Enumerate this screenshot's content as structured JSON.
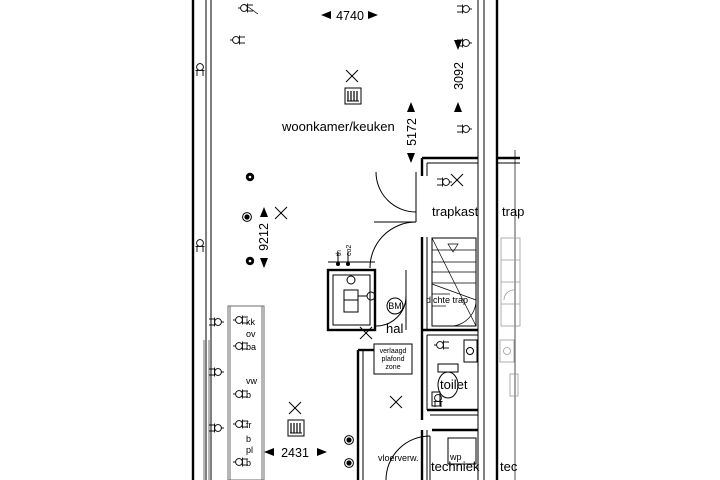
{
  "rooms": {
    "living": "woonkamer/keuken",
    "stair_closet": "trapkast",
    "stair_closet_neighbor": "trap",
    "hall": "hal",
    "toilet": "toilet",
    "technical": "techniek",
    "technical_neighbor": "tec"
  },
  "dimensions": {
    "width_top": "4740",
    "height_right": "3092",
    "height_center": "5172",
    "height_left": "9212",
    "width_bottom": "2431"
  },
  "annotations": {
    "closed_stair": "dichte trap",
    "meter_cupboard": "BM",
    "thermostat": "th",
    "co2_sensor": "co2",
    "lowered_ceiling": [
      "verlaagd",
      "plafond",
      "zone"
    ],
    "floor_heating": "vloerverw.",
    "heat_pump": "wp"
  },
  "wall_panel_codes": [
    "kk",
    "ov",
    "ba",
    "vw",
    "b",
    "fr",
    "b",
    "pl",
    "b"
  ],
  "icons": [
    "double-socket-icon",
    "wall-light-cross-icon",
    "radiator-icon",
    "ceiling-light-icon",
    "smoke-detector-icon",
    "door-swing-icon",
    "stair-icon",
    "sink-icon",
    "toilet-icon"
  ]
}
